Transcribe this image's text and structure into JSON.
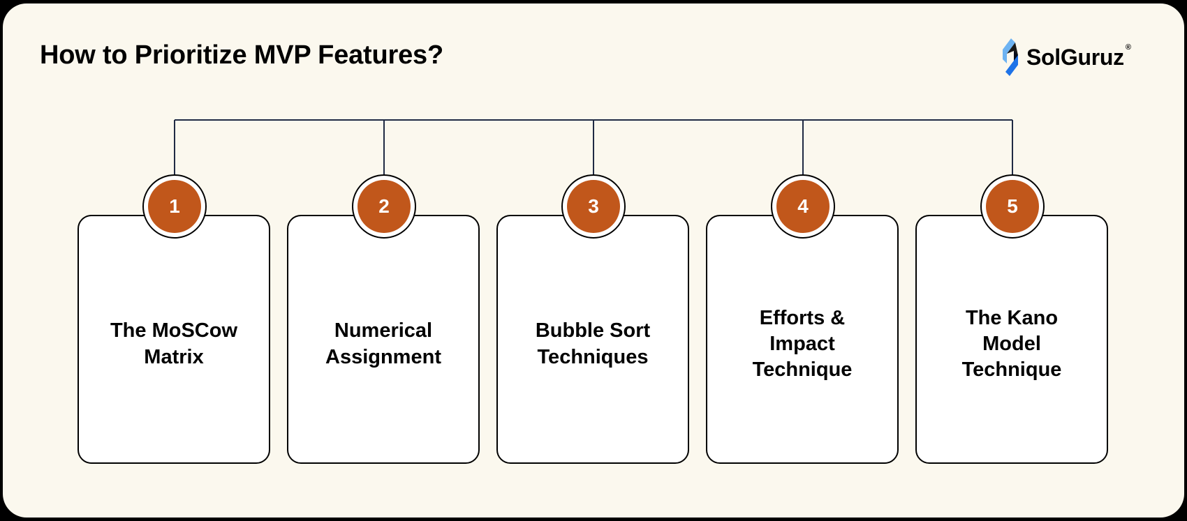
{
  "title": "How to Prioritize MVP Features?",
  "logo": {
    "name": "SolGuruz",
    "registered_mark": "®",
    "colors": [
      "#1e73e8",
      "#6db3f2",
      "#000000"
    ]
  },
  "colors": {
    "background": "#fbf8ee",
    "badge_fill": "#c1571b",
    "connector": "#1f2a44",
    "card_border": "#000000"
  },
  "steps": [
    {
      "number": "1",
      "label": "The MoSCow Matrix"
    },
    {
      "number": "2",
      "label": "Numerical Assignment"
    },
    {
      "number": "3",
      "label": "Bubble Sort Techniques"
    },
    {
      "number": "4",
      "label": "Efforts & Impact Technique"
    },
    {
      "number": "5",
      "label": "The Kano Model Technique"
    }
  ]
}
